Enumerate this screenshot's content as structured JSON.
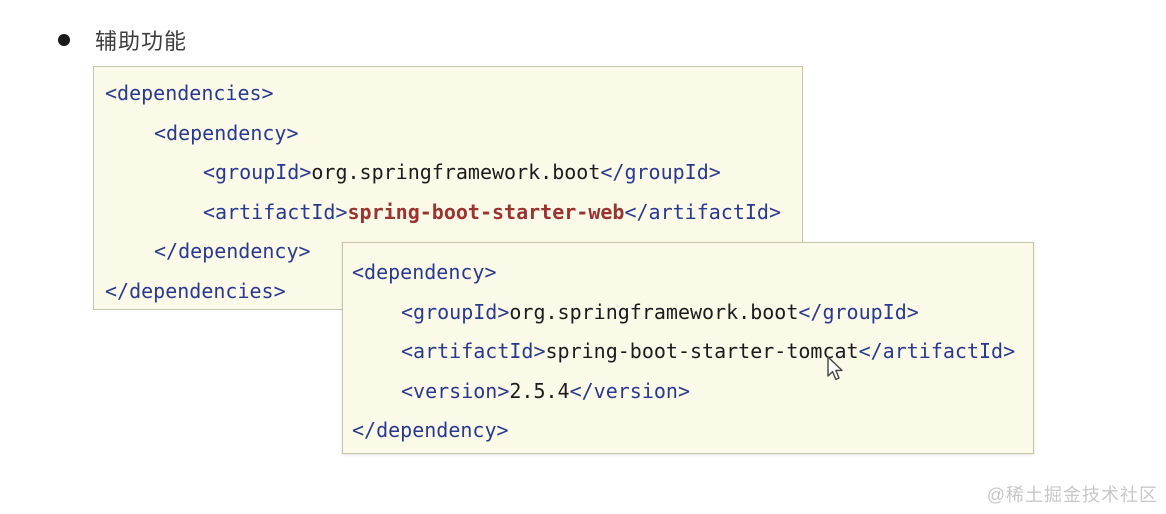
{
  "header": {
    "bullet_title": "辅助功能"
  },
  "code_blocks": [
    {
      "name": "code-block-dependencies-web",
      "lines": [
        {
          "indent": 0,
          "segments": [
            {
              "text": "<dependencies>",
              "color": "tag"
            }
          ]
        },
        {
          "indent": 1,
          "segments": [
            {
              "text": "<dependency>",
              "color": "tag"
            }
          ]
        },
        {
          "indent": 2,
          "segments": [
            {
              "text": "<groupId>",
              "color": "tag"
            },
            {
              "text": "org.springframework.boot",
              "color": "plain"
            },
            {
              "text": "</groupId>",
              "color": "tag"
            }
          ]
        },
        {
          "indent": 2,
          "segments": [
            {
              "text": "<artifactId>",
              "color": "tag"
            },
            {
              "text": "spring-boot-starter-web",
              "color": "highlight"
            },
            {
              "text": "</artifactId>",
              "color": "tag"
            }
          ]
        },
        {
          "indent": 1,
          "segments": [
            {
              "text": "</dependency>",
              "color": "tag"
            }
          ]
        },
        {
          "indent": 0,
          "segments": [
            {
              "text": "</dependencies>",
              "color": "tag"
            }
          ]
        }
      ]
    },
    {
      "name": "code-block-dependency-tomcat",
      "lines": [
        {
          "indent": 0,
          "segments": [
            {
              "text": "<dependency>",
              "color": "tag"
            }
          ]
        },
        {
          "indent": 1,
          "segments": [
            {
              "text": "<groupId>",
              "color": "tag"
            },
            {
              "text": "org.springframework.boot",
              "color": "plain"
            },
            {
              "text": "</groupId>",
              "color": "tag"
            }
          ]
        },
        {
          "indent": 1,
          "segments": [
            {
              "text": "<artifactId>",
              "color": "tag"
            },
            {
              "text": "spring-boot-starter-tomcat",
              "color": "plain"
            },
            {
              "text": "</artifactId>",
              "color": "tag"
            }
          ]
        },
        {
          "indent": 1,
          "segments": [
            {
              "text": "<version>",
              "color": "tag"
            },
            {
              "text": "2.5.4",
              "color": "plain"
            },
            {
              "text": "</version>",
              "color": "tag"
            }
          ]
        },
        {
          "indent": 0,
          "segments": [
            {
              "text": "</dependency>",
              "color": "tag"
            }
          ]
        }
      ]
    }
  ],
  "watermark": "@稀土掘金技术社区",
  "colors": {
    "tag": "#2a3990",
    "plain": "#1c1c1c",
    "highlight": "#9b3331",
    "code_bg": "#fbfae8",
    "code_border": "#c9c6ab",
    "title_color": "#3d3d3d",
    "watermark_color": "#c8c8c8"
  }
}
